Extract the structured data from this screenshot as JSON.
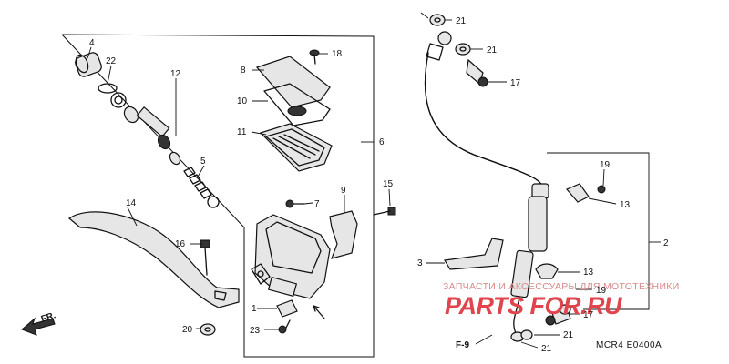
{
  "labels": {
    "c1": "1",
    "c2": "2",
    "c3": "3",
    "c4": "4",
    "c5": "5",
    "c6": "6",
    "c7": "7",
    "c8": "8",
    "c9": "9",
    "c10": "10",
    "c11": "11",
    "c12": "12",
    "c13a": "13",
    "c13b": "13",
    "c14": "14",
    "c15": "15",
    "c16": "16",
    "c17a": "17",
    "c17b": "17",
    "c18": "18",
    "c19a": "19",
    "c19b": "19",
    "c20": "20",
    "c21a": "21",
    "c21b": "21",
    "c21c": "21",
    "c21d": "21",
    "c22": "22",
    "c23": "23"
  },
  "front_arrow_label": "FR.",
  "ref_code": "F-9",
  "diagram_code": "MCR4  E0400A",
  "watermark": {
    "top_text": "ЗАПЧАСТИ  И  АКСЕССУАРЫ  ДЛЯ  МОТОТЕХНИКИ",
    "logo_text": "PARTS FOR.RU",
    "logo_tld": ""
  },
  "colors": {
    "ink": "#111111",
    "watermark": "#e0454d",
    "watermark_light": "#d98a8a"
  }
}
